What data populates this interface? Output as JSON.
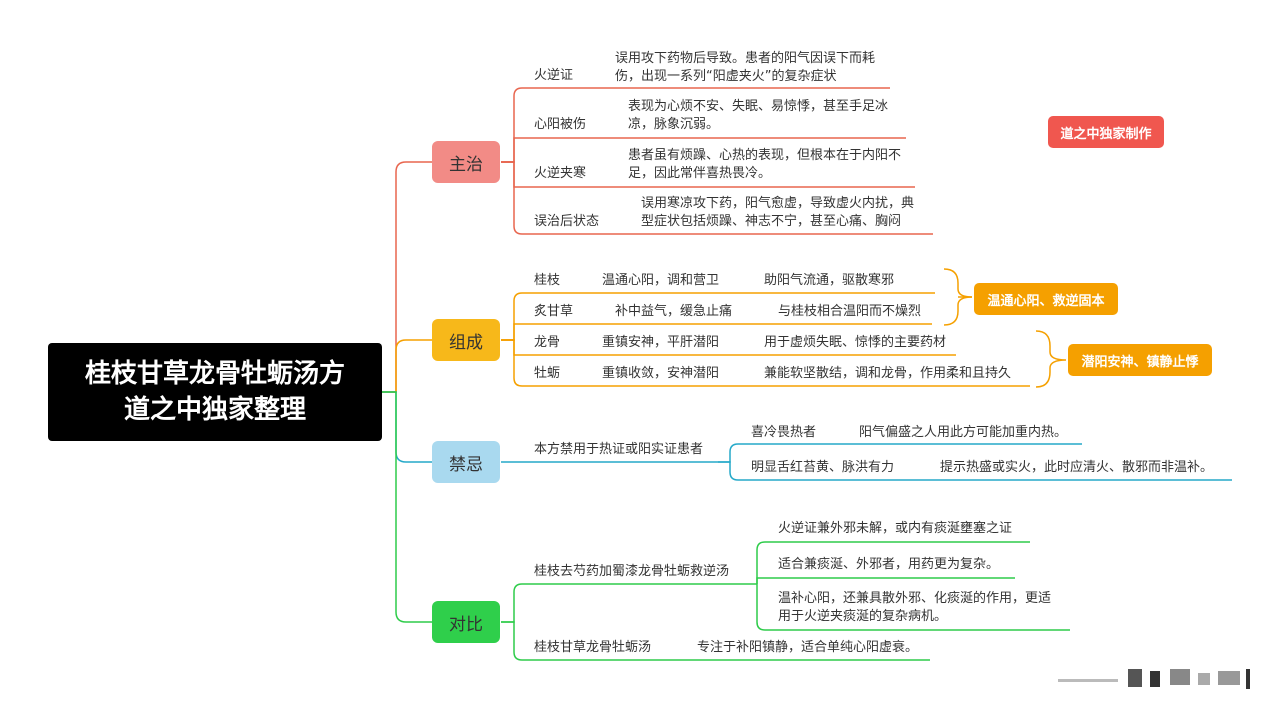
{
  "root": {
    "line1": "桂枝甘草龙骨牡蛎汤方",
    "line2": "道之中独家整理"
  },
  "colors": {
    "zhuzhi": "#f08a84",
    "zucheng": "#f5b316",
    "jinji": "#a8d8ee",
    "duibi": "#2ecc4a",
    "zhuzhi_line": "#e8664f",
    "zucheng_line": "#f5a000",
    "jinji_line": "#25a9c9",
    "duibi_line": "#2ecc4a",
    "tag_red": "#f0574f",
    "tag_orange": "#f5a000"
  },
  "branches": {
    "zhuzhi": "主治",
    "zucheng": "组成",
    "jinji": "禁忌",
    "duibi": "对比"
  },
  "zhuzhi": {
    "items": [
      {
        "label": "火逆证",
        "desc1": "误用攻下药物后导致。患者的阳气因误下而耗",
        "desc2": "伤，出现一系列“阳虚夹火”的复杂症状"
      },
      {
        "label": "心阳被伤",
        "desc1": "表现为心烦不安、失眠、易惊悸，甚至手足冰",
        "desc2": "凉，脉象沉弱。"
      },
      {
        "label": "火逆夹寒",
        "desc1": "患者虽有烦躁、心热的表现，但根本在于内阳不",
        "desc2": "足，因此常伴喜热畏冷。"
      },
      {
        "label": "误治后状态",
        "desc1": "误用寒凉攻下药，阳气愈虚，导致虚火内扰，典",
        "desc2": "型症状包括烦躁、神志不宁，甚至心痛、胸闷"
      }
    ],
    "tag": "道之中独家制作"
  },
  "zucheng": {
    "items": [
      {
        "herb": "桂枝",
        "effect": "温通心阳，调和营卫",
        "note": "助阳气流通，驱散寒邪"
      },
      {
        "herb": "炙甘草",
        "effect": "补中益气，缓急止痛",
        "note": "与桂枝相合温阳而不燥烈"
      },
      {
        "herb": "龙骨",
        "effect": "重镇安神，平肝潜阳",
        "note": "用于虚烦失眠、惊悸的主要药材"
      },
      {
        "herb": "牡蛎",
        "effect": "重镇收敛，安神潜阳",
        "note": "兼能软坚散结，调和龙骨，作用柔和且持久"
      }
    ],
    "tag1": "温通心阳、救逆固本",
    "tag2": "潜阳安神、镇静止悸"
  },
  "jinji": {
    "main": "本方禁用于热证或阳实证患者",
    "items": [
      {
        "label": "喜冷畏热者",
        "desc": "阳气偏盛之人用此方可能加重内热。"
      },
      {
        "label": "明显舌红苔黄、脉洪有力",
        "desc": "提示热盛或实火，此时应清火、散邪而非温补。"
      }
    ]
  },
  "duibi": {
    "item1": "桂枝去芍药加蜀漆龙骨牡蛎救逆汤",
    "sub1": "火逆证兼外邪未解，或内有痰涎壅塞之证",
    "sub2": "适合兼痰涎、外邪者，用药更为复杂。",
    "sub3a": "温补心阳，还兼具散外邪、化痰涎的作用，更适",
    "sub3b": "用于火逆夹痰涎的复杂病机。",
    "item2": "桂枝甘草龙骨牡蛎汤",
    "item2_desc": "专注于补阳镇静，适合单纯心阳虚衰。"
  }
}
